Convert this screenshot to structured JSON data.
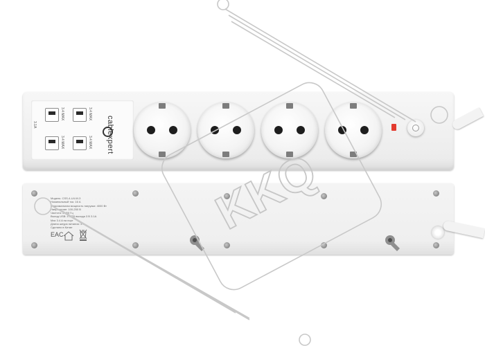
{
  "brand": {
    "name": "cablexpert"
  },
  "usb_ports": [
    {
      "label": "3.4 MAX",
      "icon": "usb-icon"
    },
    {
      "label": "3.4 MAX",
      "icon": "usb-icon"
    },
    {
      "label": "3.4 MAX",
      "icon": "usb-icon"
    },
    {
      "label": "3.4 MAX",
      "icon": "usb-icon"
    }
  ],
  "usb_side_label": "3.1A",
  "watermark": {
    "text": "KKQ"
  },
  "spec_label": {
    "lines": [
      "Модель: CSS-4-U4-W-3",
      "Номинальный ток: 16 А",
      "Максимальная мощность нагрузки: 4000 Вт",
      "Напряжение: 100-250 В",
      "Частота: 50/60 Гц",
      "Выход USB: 4 USB выхода 3 В 3.1А",
      "Max 3.4 A на порт",
      "Длина шнура питания: 3 м",
      "Сделано в Китае"
    ],
    "cert_mark": "EAC",
    "icons": [
      "indoor-house-icon",
      "weee-bin-icon"
    ]
  },
  "colors": {
    "body": "#f2f2f2",
    "led": "#e33a2e",
    "watermark": "#bdbdbd"
  }
}
